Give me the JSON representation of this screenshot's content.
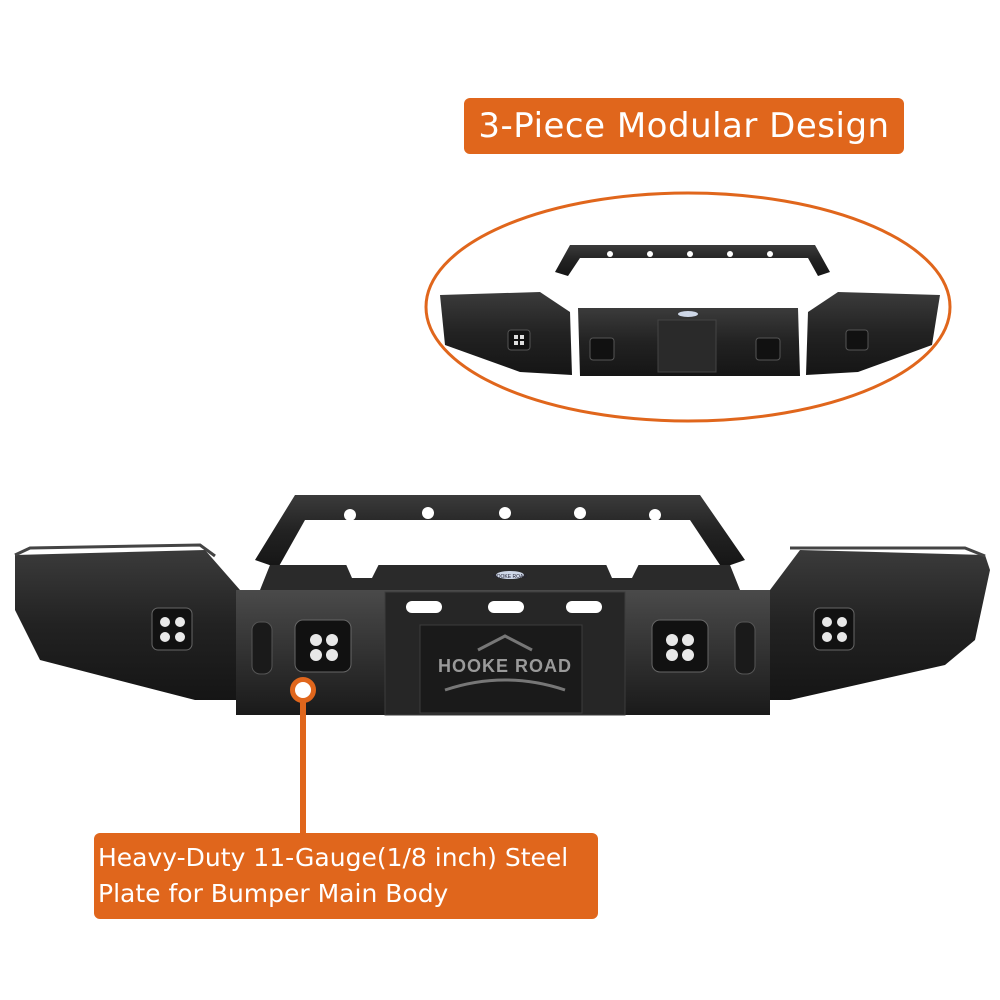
{
  "callouts": {
    "modular_design": "3-Piece Modular Design",
    "steel_plate_line1": "Heavy-Duty 11-Gauge(1/8 inch) Steel",
    "steel_plate_line2": "Plate for Bumper Main Body"
  },
  "brand": {
    "plate_logo": "HOOKE ROAD",
    "badge_logo": "HOOKE ROAD"
  },
  "colors": {
    "accent": "#e0661c",
    "bumper": "#1e1e1e",
    "bumper_edge": "#3a3a3a",
    "background": "#ffffff"
  }
}
